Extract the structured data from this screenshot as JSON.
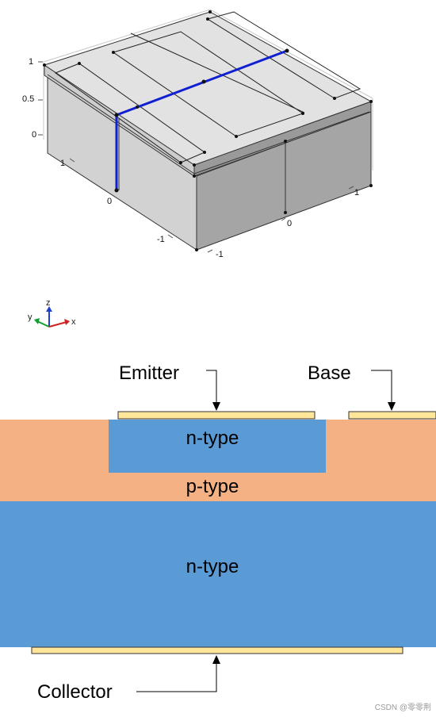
{
  "model3d": {
    "tick_labels": {
      "z_1": "1",
      "z_05": "0.5",
      "z_0": "0",
      "y_1": "1",
      "y_0": "0",
      "y_m1": "-1",
      "x_0": "0",
      "x_1": "1",
      "x_m1": "-1"
    },
    "triad": {
      "x": "x",
      "y": "y",
      "z": "z"
    },
    "colors": {
      "cut_line": "#1020d0",
      "top_face": "#e0e0e0",
      "side_light": "#cfcfcf",
      "side_dark": "#a3a3a3"
    }
  },
  "cross_section": {
    "labels": {
      "emitter": "Emitter",
      "base": "Base",
      "collector": "Collector",
      "n_top": "n-type",
      "p_mid": "p-type",
      "n_bottom": "n-type"
    },
    "colors": {
      "n_type": "#5b9bd5",
      "p_type": "#f4b183",
      "contact": "#ffe699"
    }
  },
  "watermark": "CSDN @零零荆"
}
